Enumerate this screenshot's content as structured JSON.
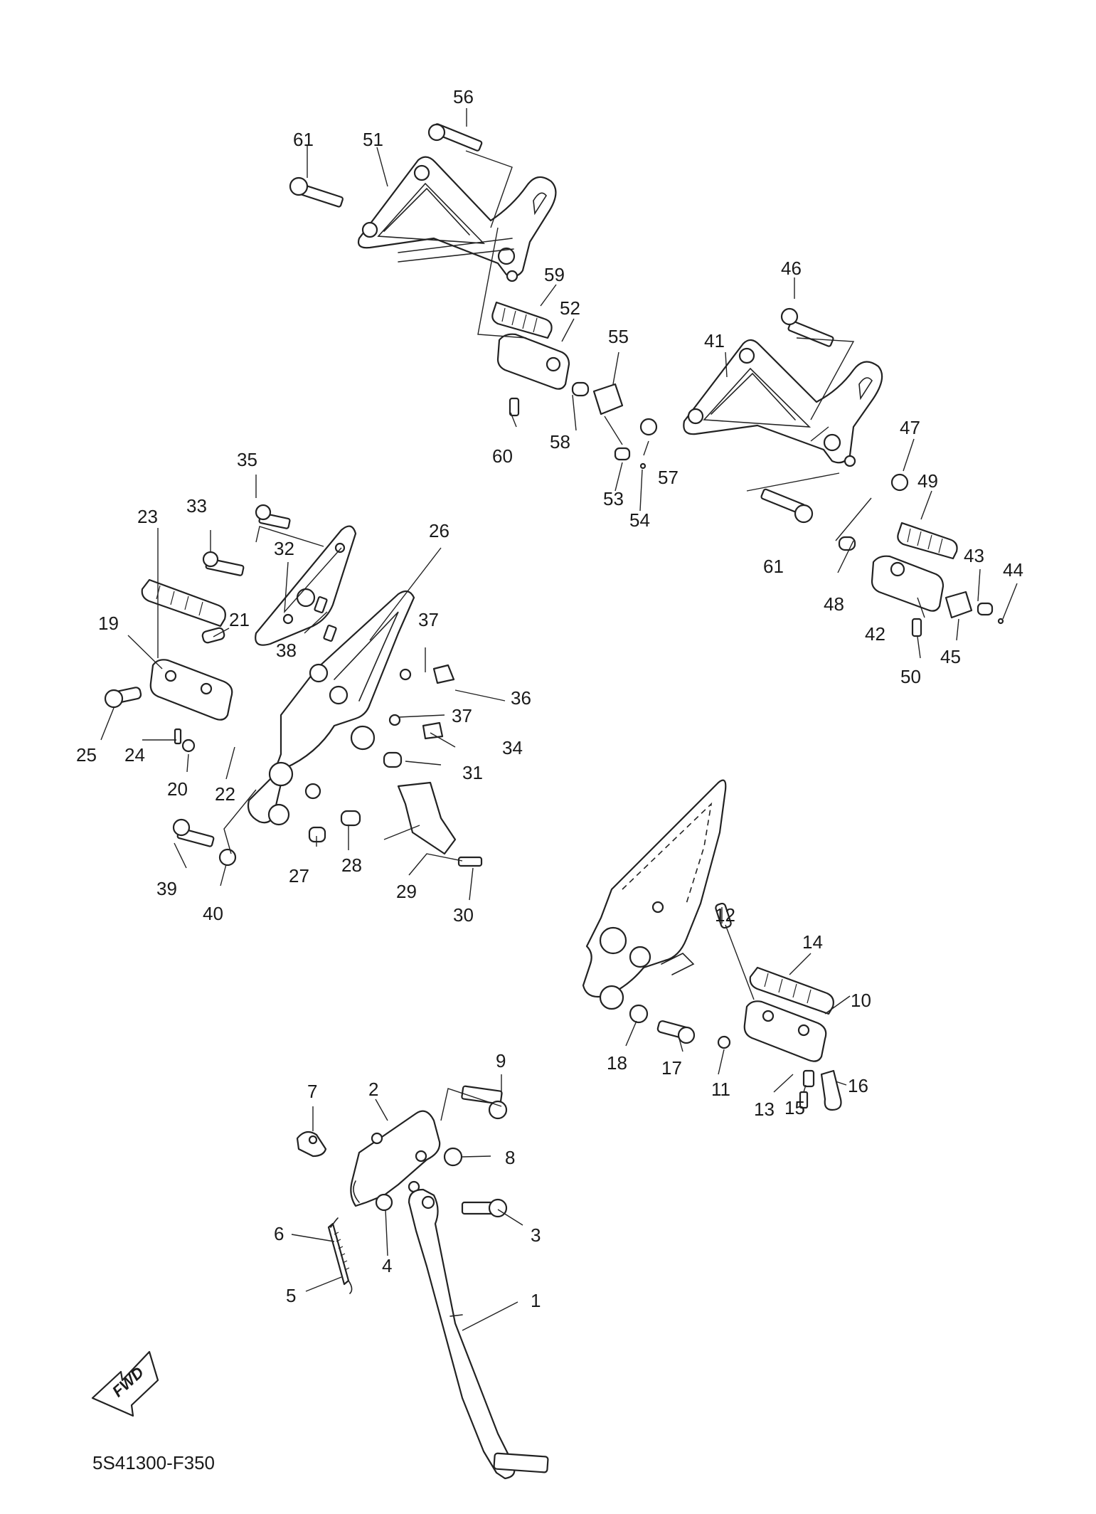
{
  "document_code": "5S41300-F350",
  "fwd_label": "FWD",
  "part_numbers": [
    "1",
    "2",
    "3",
    "4",
    "5",
    "6",
    "7",
    "8",
    "9",
    "10",
    "11",
    "12",
    "13",
    "14",
    "15",
    "16",
    "17",
    "18",
    "19",
    "20",
    "21",
    "22",
    "23",
    "24",
    "25",
    "26",
    "27",
    "28",
    "29",
    "30",
    "31",
    "32",
    "33",
    "34",
    "35",
    "36",
    "37",
    "37",
    "38",
    "39",
    "40",
    "41",
    "42",
    "43",
    "44",
    "45",
    "46",
    "47",
    "48",
    "49",
    "50",
    "51",
    "52",
    "53",
    "54",
    "55",
    "56",
    "57",
    "58",
    "59",
    "60",
    "61",
    "61"
  ]
}
